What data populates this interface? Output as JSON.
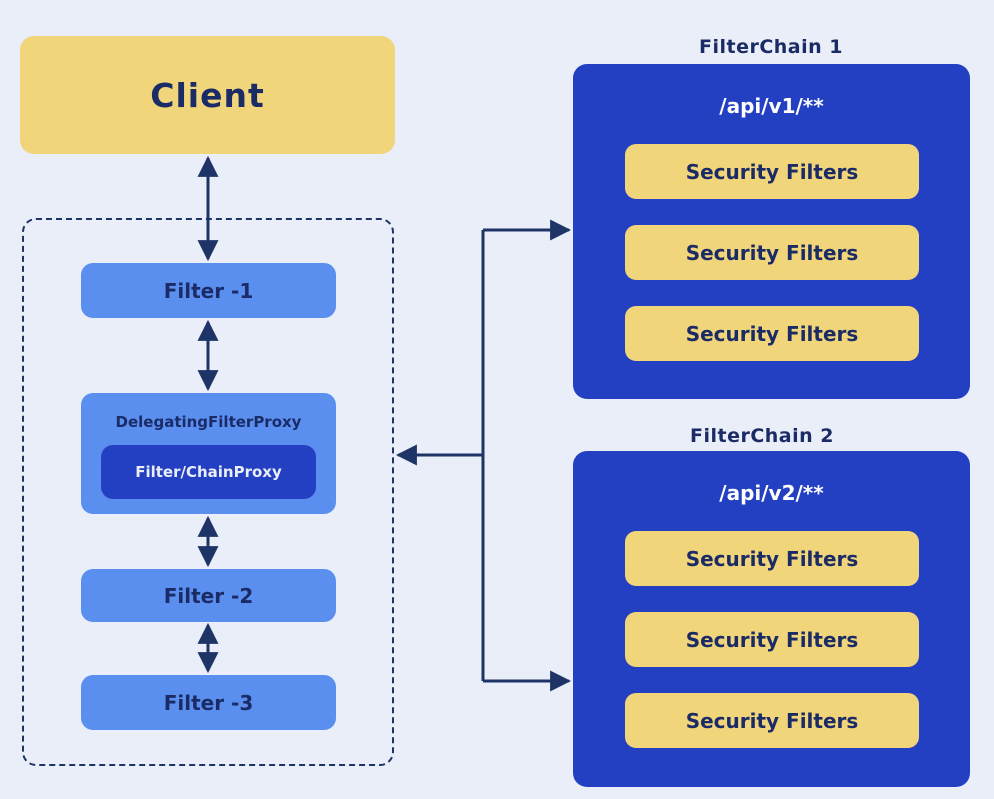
{
  "client": {
    "label": "Client"
  },
  "filters": {
    "filter_1": "Filter -1",
    "filter_2": "Filter -2",
    "filter_3": "Filter -3"
  },
  "delegating_proxy": {
    "label": "DelegatingFilterProxy",
    "inner_label": "Filter/ChainProxy"
  },
  "chains": [
    {
      "title": "FilterChain 1",
      "path": "/api/v1/**",
      "filters": [
        "Security Filters",
        "Security Filters",
        "Security Filters"
      ]
    },
    {
      "title": "FilterChain 2",
      "path": "/api/v2/**",
      "filters": [
        "Security Filters",
        "Security Filters",
        "Security Filters"
      ]
    }
  ],
  "colors": {
    "background": "#e9eef8",
    "client_fill": "#f1d57a",
    "filter_fill": "#5a8ff0",
    "chain_fill": "#2440c2",
    "text_dark": "#1b2b66",
    "connector": "#1f3466"
  }
}
